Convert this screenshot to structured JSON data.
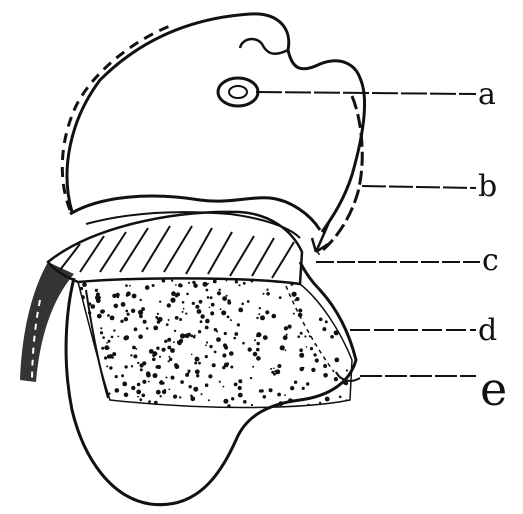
{
  "labels": {
    "a": "a",
    "b": "b",
    "c": "c",
    "d": "d",
    "e": "e"
  },
  "colors": {
    "ink": "#111111",
    "paper": "#ffffff"
  }
}
